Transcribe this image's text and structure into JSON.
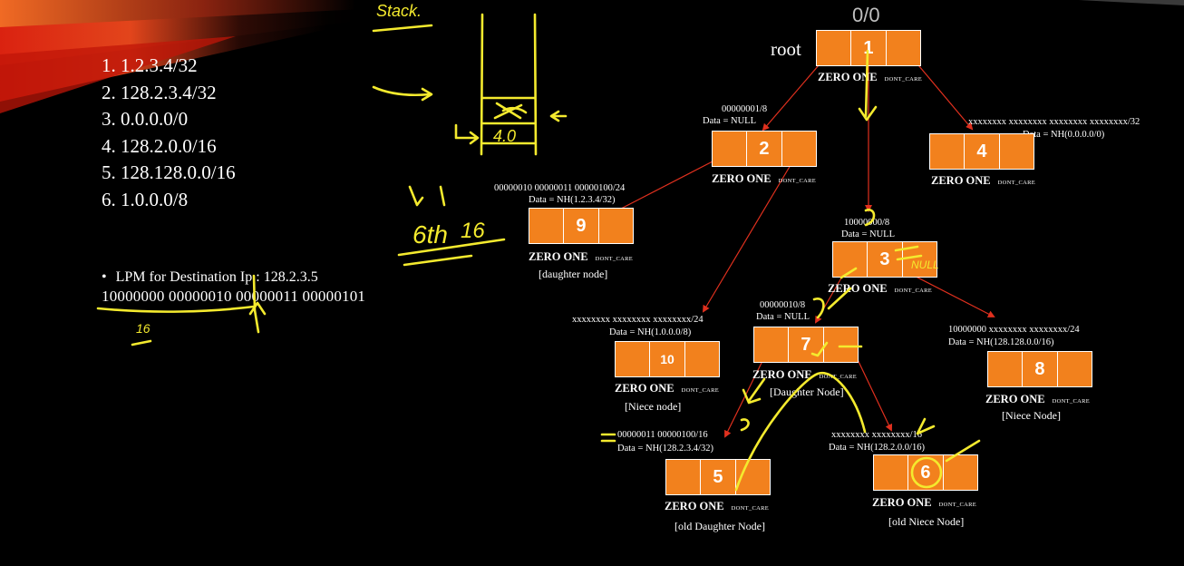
{
  "prefix_list": [
    "1. 1.2.3.4/32",
    "2. 128.2.3.4/32",
    "3. 0.0.0.0/0",
    "4. 128.2.0.0/16",
    "5. 128.128.0.0/16",
    "6. 1.0.0.0/8"
  ],
  "lpm": {
    "bullet": "•",
    "text": "LPM for Destination Ip : 128.2.3.5",
    "bits": "10000000 00000010 00000011 00000101"
  },
  "top_address": "0/0",
  "root_label": "root",
  "labels": {
    "n2_prefix": "00000001/8",
    "n2_data": "Data = NULL",
    "n4_prefix": "xxxxxxxx xxxxxxxx xxxxxxxx xxxxxxxx/32",
    "n4_data": "Data = NH(0.0.0.0/0)",
    "n9_prefix": "00000010 00000011 00000100/24",
    "n9_data": "Data = NH(1.2.3.4/32)",
    "n3_prefix": "10000000/8",
    "n3_data": "Data = NULL",
    "n7_prefix": "00000010/8",
    "n7_data": "Data = NULL",
    "n10_prefix": "xxxxxxxx xxxxxxxx xxxxxxxx/24",
    "n10_data": "Data = NH(1.0.0.0/8)",
    "n8_prefix": "10000000 xxxxxxxx xxxxxxxx/24",
    "n8_data": "Data = NH(128.128.0.0/16)",
    "n5_prefix": "00000011 00000100/16",
    "n5_data": "Data = NH(128.2.3.4/32)",
    "n6_prefix": "xxxxxxxx xxxxxxxx/16",
    "n6_data": "Data = NH(128.2.0.0/16)"
  },
  "node_sub": {
    "zero_one": "ZERO ONE",
    "dont_care": "DONT_CARE"
  },
  "nodes": {
    "root": "1",
    "n2": "2",
    "n4": "4",
    "n9": "9",
    "n3": "3",
    "n7": "7",
    "n10": "10",
    "n8": "8",
    "n5": "5",
    "n6": "6"
  },
  "captions": {
    "n9": "[daughter node]",
    "n10": "[Niece node]",
    "n7": "[Daughter Node]",
    "n8": "[Niece Node]",
    "n5": "[old Daughter Node]",
    "n6": "[old Niece Node]"
  },
  "colors": {
    "node_fill": "#f2811d",
    "edge": "#e0301e",
    "annotation": "#f4ea2e",
    "background": "#000000"
  },
  "handwriting": {
    "stack": "Stack.",
    "stack_item": "4.0",
    "nth": "6th",
    "sixteen": "16",
    "null": "NULL"
  }
}
